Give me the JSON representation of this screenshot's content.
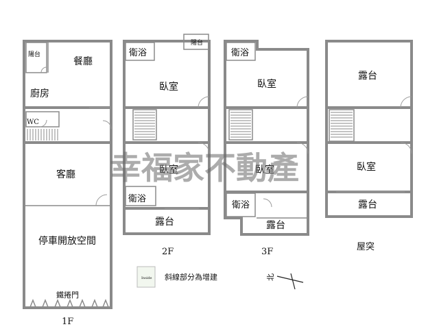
{
  "floors": {
    "f1": {
      "label": "1F",
      "rooms": {
        "balcony": "陽台",
        "dining": "餐廳",
        "kitchen": "廚房",
        "wc": "WC",
        "living": "客廳",
        "parking": "停車開放空間",
        "gate": "鐵捲門"
      }
    },
    "f2": {
      "label": "2F",
      "rooms": {
        "bath_top": "衛浴",
        "balcony": "陽台",
        "bedroom_top": "臥室",
        "bedroom_mid": "臥室",
        "bath_bottom": "衛浴",
        "terrace": "露台"
      }
    },
    "f3": {
      "label": "3F",
      "rooms": {
        "bath_top": "衛浴",
        "bedroom_top": "臥室",
        "bedroom_mid": "臥室",
        "bath_bottom": "衛浴",
        "terrace": "露台"
      }
    },
    "roof": {
      "label": "屋突",
      "rooms": {
        "terrace_top": "露台",
        "bedroom": "臥室",
        "terrace_bottom": "露台"
      }
    }
  },
  "legend": {
    "swatch_text": "Inside",
    "text": "斜線部分為增建"
  },
  "compass": {
    "label": "北"
  },
  "watermark": "幸福家不動產"
}
